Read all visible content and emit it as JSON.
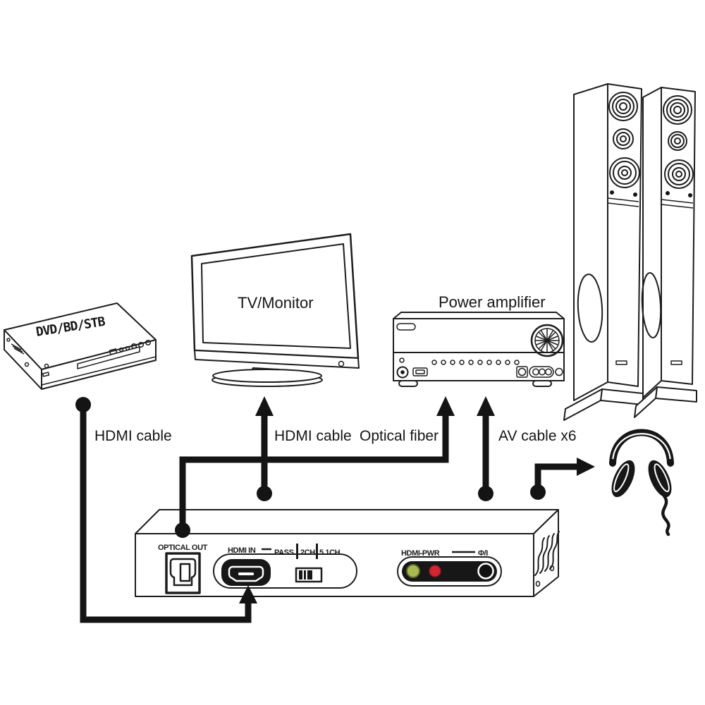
{
  "labels": {
    "source": "DVD/BD/STB",
    "display": "TV/Monitor",
    "amplifier": "Power amplifier",
    "cable_hdmi_source": "HDMI cable",
    "cable_hdmi_display": "HDMI cable",
    "cable_optical": "Optical fiber",
    "cable_av": "AV cable x6"
  },
  "panel": {
    "optical_out": "OPTICAL OUT",
    "hdmi_in": "HDMI IN",
    "pass": "PASS",
    "ch2": "2CH",
    "ch51": "5.1CH",
    "hdmi_pwr": "HDMI-PWR",
    "power": "Φ/I"
  },
  "colors": {
    "line": "#1d1d1d",
    "cable": "#141414",
    "led_green": "#a9b952",
    "led_green_ring": "#5f6b2a",
    "led_red": "#d42534",
    "led_red_ring": "#8e1722",
    "panel_pill": "#171717",
    "background": "#ffffff"
  }
}
